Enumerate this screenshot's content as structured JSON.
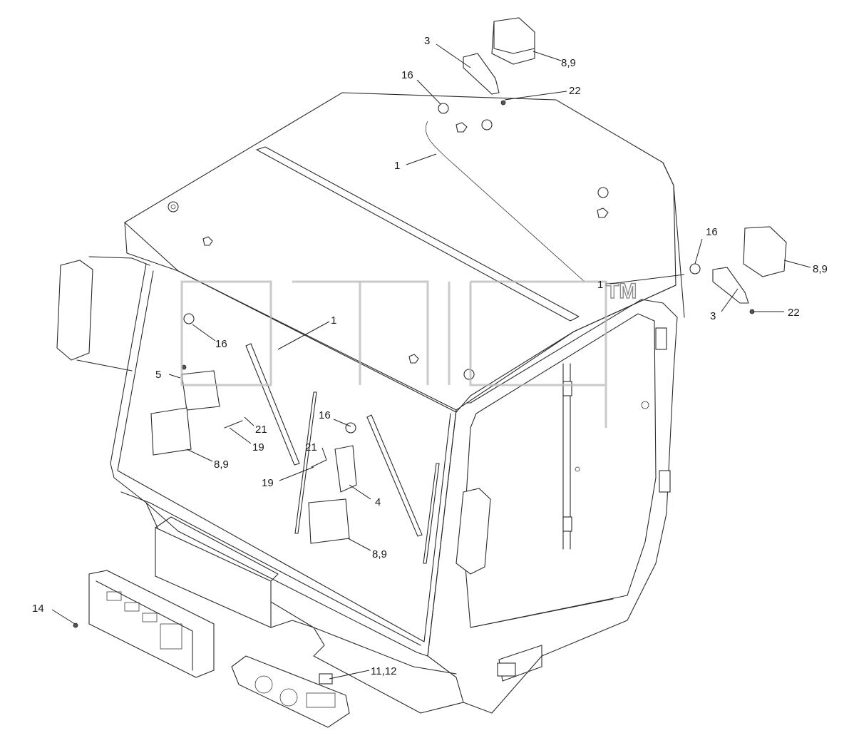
{
  "diagram": {
    "callouts": [
      {
        "id": "c-3-top",
        "label": "3"
      },
      {
        "id": "c-89-top",
        "label": "8,9"
      },
      {
        "id": "c-16-top",
        "label": "16"
      },
      {
        "id": "c-22-top",
        "label": "22"
      },
      {
        "id": "c-1-top",
        "label": "1"
      },
      {
        "id": "c-16-right",
        "label": "16"
      },
      {
        "id": "c-89-right",
        "label": "8,9"
      },
      {
        "id": "c-1-right",
        "label": "1"
      },
      {
        "id": "c-3-right",
        "label": "3"
      },
      {
        "id": "c-22-right",
        "label": "22"
      },
      {
        "id": "c-1-mid",
        "label": "1"
      },
      {
        "id": "c-16-left",
        "label": "16"
      },
      {
        "id": "c-5",
        "label": "5"
      },
      {
        "id": "c-21-left",
        "label": "21"
      },
      {
        "id": "c-19-left",
        "label": "19"
      },
      {
        "id": "c-89-left",
        "label": "8,9"
      },
      {
        "id": "c-16-center",
        "label": "16"
      },
      {
        "id": "c-21-center",
        "label": "21"
      },
      {
        "id": "c-19-center",
        "label": "19"
      },
      {
        "id": "c-4",
        "label": "4"
      },
      {
        "id": "c-89-center",
        "label": "8,9"
      },
      {
        "id": "c-14",
        "label": "14"
      },
      {
        "id": "c-1112",
        "label": "11,12"
      }
    ],
    "watermark": {
      "text": "TM"
    }
  }
}
